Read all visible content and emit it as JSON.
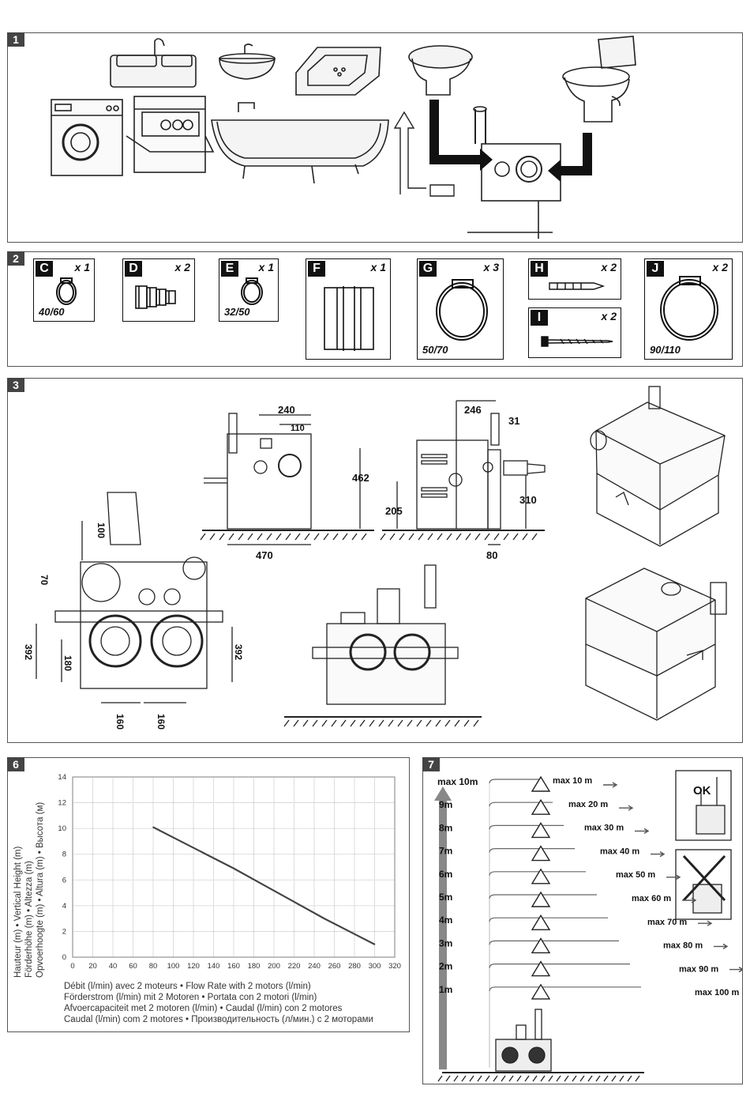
{
  "panels": {
    "p1": {
      "number": "1"
    },
    "p2": {
      "number": "2"
    },
    "p3": {
      "number": "3"
    },
    "p6": {
      "number": "6"
    },
    "p7": {
      "number": "7"
    }
  },
  "parts": [
    {
      "letter": "C",
      "qty": "x 1",
      "size": "40/60"
    },
    {
      "letter": "D",
      "qty": "x 2",
      "size": ""
    },
    {
      "letter": "E",
      "qty": "x 1",
      "size": "32/50"
    },
    {
      "letter": "F",
      "qty": "x 1",
      "size": ""
    },
    {
      "letter": "G",
      "qty": "x 3",
      "size": "50/70"
    },
    {
      "letter": "H",
      "qty": "x 2",
      "size": ""
    },
    {
      "letter": "I",
      "qty": "x 2",
      "size": ""
    },
    {
      "letter": "J",
      "qty": "x 2",
      "size": "90/110"
    }
  ],
  "dimensions": {
    "front": {
      "top": "240",
      "inlet": "110",
      "height": "462",
      "width": "470"
    },
    "side": {
      "top": "246",
      "offset": "31",
      "inlet_height": "205",
      "outlet_height": "310",
      "base": "80"
    },
    "plan": {
      "a": "100",
      "b": "70",
      "c": "392",
      "d": "180",
      "e": "392",
      "f": "160",
      "g": "160"
    }
  },
  "chart_data": {
    "type": "line",
    "x_ticks": [
      "0",
      "20",
      "40",
      "60",
      "80",
      "100",
      "120",
      "140",
      "160",
      "180",
      "200",
      "220",
      "240",
      "260",
      "280",
      "300",
      "320"
    ],
    "y_ticks": [
      "0",
      "2",
      "4",
      "6",
      "8",
      "10",
      "12",
      "14"
    ],
    "xlim": [
      0,
      320
    ],
    "ylim": [
      0,
      14
    ],
    "grid": true,
    "series": [
      {
        "x": [
          80,
          100,
          130,
          160,
          190,
          220,
          250,
          280,
          300
        ],
        "y": [
          10.1,
          9.3,
          8.1,
          6.9,
          5.6,
          4.3,
          3.0,
          1.8,
          1.0
        ]
      }
    ],
    "ylabel_lines": [
      "Hauteur (m) • Vertical Height (m)",
      "Förderhöhe (m) • Altezza (m)",
      "Opvoerhoogte (m) • Altura (m) • Высота (м)"
    ],
    "xlabel_lines": [
      "Débit (l/min) avec 2 moteurs • Flow Rate with 2 motors (l/min)",
      "Förderstrom (l/min) mit 2 Motoren • Portata con 2 motori (l/min)",
      "Afvoercapaciteit met 2 motoren (l/min)  • Caudal (l/min) con 2 motores",
      "Caudal (l/min) com 2 motores • Производительность (л/мин.) с 2 моторами"
    ]
  },
  "heights": {
    "levels": [
      "max 10m",
      "9m",
      "8m",
      "7m",
      "6m",
      "5m",
      "4m",
      "3m",
      "2m",
      "1m"
    ],
    "distances": [
      "max 10 m",
      "max 20 m",
      "max 30 m",
      "max 40 m",
      "max 50 m",
      "max 60 m",
      "max 70 m",
      "max 80 m",
      "max 90 m",
      "max 100 m"
    ],
    "ok_label": "OK"
  }
}
